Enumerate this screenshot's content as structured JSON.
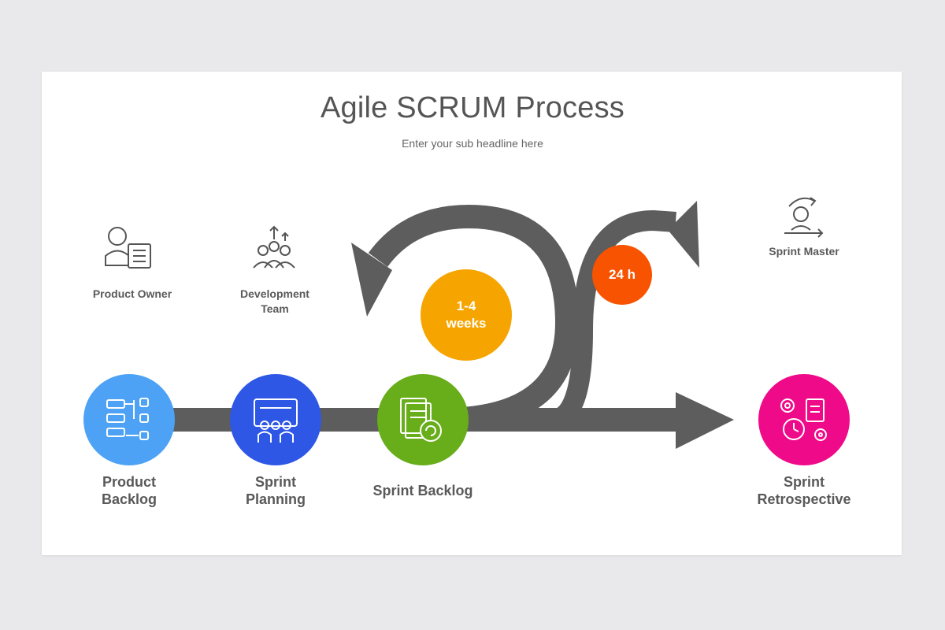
{
  "title": "Agile SCRUM Process",
  "subtitle": "Enter your sub headline here",
  "roles": [
    {
      "label": "Product Owner",
      "icon": "product-owner-icon"
    },
    {
      "label": "Development\nTeam",
      "icon": "development-team-icon"
    },
    {
      "label": "Sprint Master",
      "icon": "sprint-master-icon"
    }
  ],
  "steps": [
    {
      "label": "Product\nBacklog",
      "color": "#4da2f5",
      "icon": "backlog-list-icon"
    },
    {
      "label": "Sprint\nPlanning",
      "color": "#2e57e6",
      "icon": "planning-board-icon"
    },
    {
      "label": "Sprint Backlog",
      "color": "#68ad1a",
      "icon": "document-cycle-icon"
    },
    {
      "label": "Sprint\nRetrospective",
      "color": "#ef0a8a",
      "icon": "gears-document-icon"
    }
  ],
  "badges": {
    "sprint_length": {
      "label": "1-4\nweeks",
      "color": "#f6a500"
    },
    "daily": {
      "label": "24 h",
      "color": "#f85300"
    }
  },
  "colors": {
    "arrow": "#5d5d5d",
    "icon_stroke": "#555555",
    "background": "#e9e8ea"
  }
}
